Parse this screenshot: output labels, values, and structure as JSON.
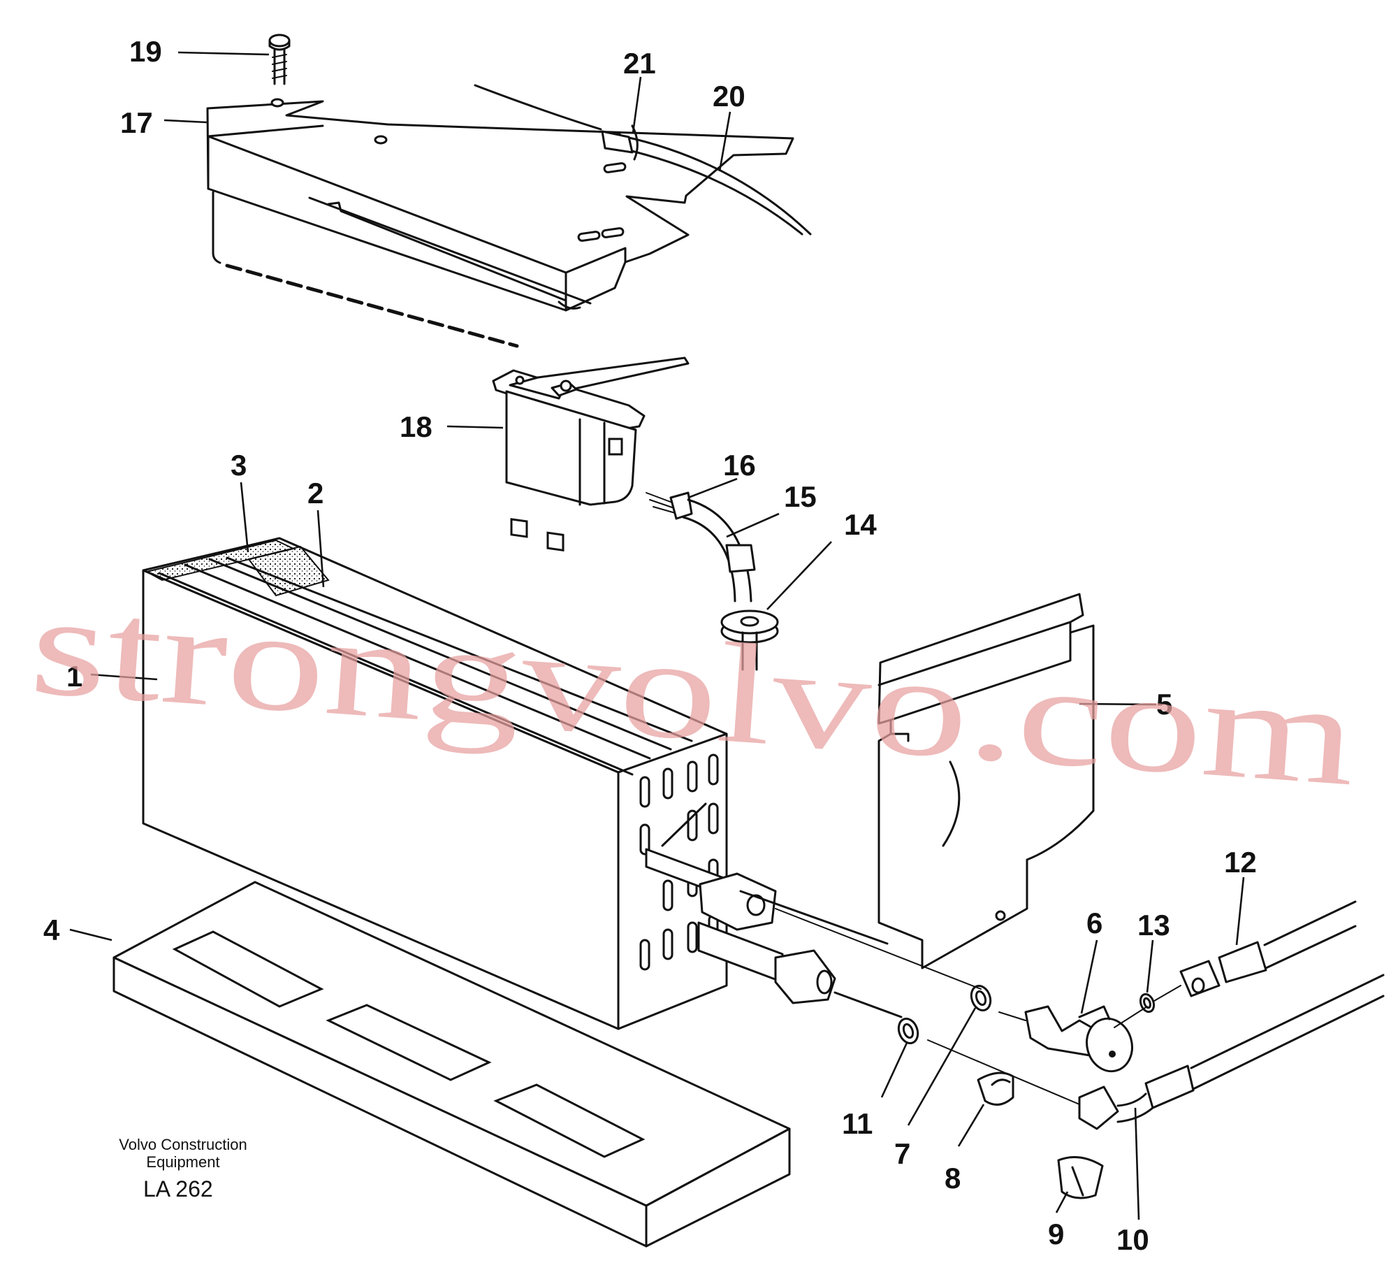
{
  "figure": {
    "caption_line1": "Volvo Construction",
    "caption_line2": "Equipment",
    "figure_code": "LA 262",
    "watermark": "strongvolvo.com"
  },
  "callouts": [
    {
      "id": "1",
      "label": "1"
    },
    {
      "id": "2",
      "label": "2"
    },
    {
      "id": "3",
      "label": "3"
    },
    {
      "id": "4",
      "label": "4"
    },
    {
      "id": "5",
      "label": "5"
    },
    {
      "id": "6",
      "label": "6"
    },
    {
      "id": "7",
      "label": "7"
    },
    {
      "id": "8",
      "label": "8"
    },
    {
      "id": "9",
      "label": "9"
    },
    {
      "id": "10",
      "label": "10"
    },
    {
      "id": "11",
      "label": "11"
    },
    {
      "id": "12",
      "label": "12"
    },
    {
      "id": "13",
      "label": "13"
    },
    {
      "id": "14",
      "label": "14"
    },
    {
      "id": "15",
      "label": "15"
    },
    {
      "id": "16",
      "label": "16"
    },
    {
      "id": "17",
      "label": "17"
    },
    {
      "id": "18",
      "label": "18"
    },
    {
      "id": "19",
      "label": "19"
    },
    {
      "id": "20",
      "label": "20"
    },
    {
      "id": "21",
      "label": "21"
    }
  ]
}
